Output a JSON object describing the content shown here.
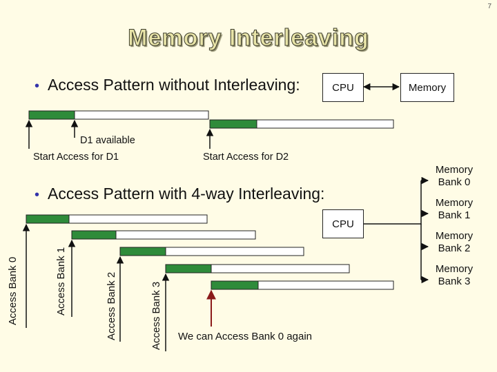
{
  "page_number": "7",
  "title": "Memory Interleaving",
  "section1": {
    "bullet": "Access Pattern without Interleaving:",
    "cpu_label": "CPU",
    "memory_label": "Memory",
    "d1_available": "D1 available",
    "start_d1": "Start Access for D1",
    "start_d2": "Start Access for D2"
  },
  "section2": {
    "bullet": "Access Pattern with 4-way Interleaving:",
    "cpu_label": "CPU",
    "memory_banks": [
      {
        "line1": "Memory",
        "line2": "Bank 0"
      },
      {
        "line1": "Memory",
        "line2": "Bank 1"
      },
      {
        "line1": "Memory",
        "line2": "Bank 2"
      },
      {
        "line1": "Memory",
        "line2": "Bank 3"
      }
    ],
    "access_labels": [
      "Access Bank 0",
      "Access Bank 1",
      "Access Bank 2",
      "Access Bank 3"
    ],
    "again_label": "We can Access Bank 0 again"
  },
  "colors": {
    "bar_fill": "#2e8b3a",
    "arrow_again": "#8b1a1a",
    "title_fill": "#e8e4a8",
    "background": "#fffce6"
  }
}
